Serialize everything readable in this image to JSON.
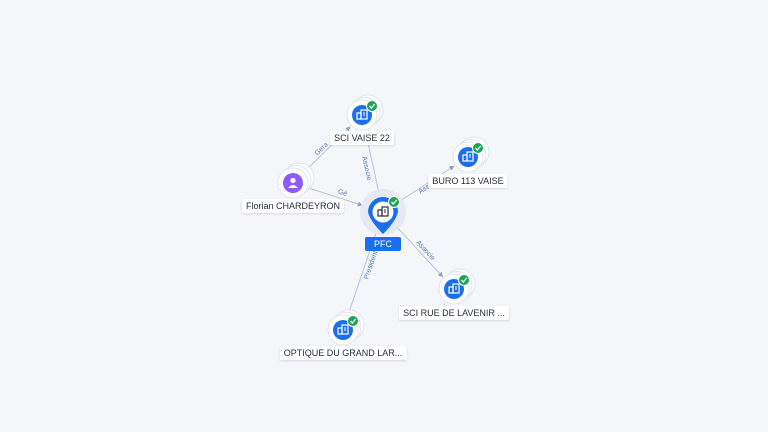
{
  "center": {
    "label": "PFC",
    "icon": "building-icon",
    "verified": true
  },
  "nodes": [
    {
      "id": "sci-vaise-22",
      "label": "SCI VAISE 22",
      "type": "company",
      "icon": "building-icon",
      "verified": true
    },
    {
      "id": "buro-113-vaise",
      "label": "BURO 113 VAISE",
      "type": "company",
      "icon": "building-icon",
      "verified": true
    },
    {
      "id": "florian-chardeyron",
      "label": "Florian CHARDEYRON",
      "type": "person",
      "icon": "person-icon",
      "verified": false
    },
    {
      "id": "sci-rue-de-lavenir",
      "label": "SCI RUE DE LAVENIR ...",
      "type": "company",
      "icon": "building-icon",
      "verified": true
    },
    {
      "id": "optique-du-grand-lar",
      "label": "OPTIQUE DU GRAND LAR...",
      "type": "company",
      "icon": "building-icon",
      "verified": true
    }
  ],
  "edges": [
    {
      "from": "center",
      "to": "sci-vaise-22",
      "label": "Associe"
    },
    {
      "from": "center",
      "to": "buro-113-vaise",
      "label": "Assoc"
    },
    {
      "from": "florian-chardeyron",
      "to": "center",
      "label": "Gé"
    },
    {
      "from": "florian-chardeyron",
      "to": "sci-vaise-22",
      "label": "Gera"
    },
    {
      "from": "center",
      "to": "sci-rue-de-lavenir",
      "label": "Associe"
    },
    {
      "from": "center",
      "to": "optique-du-grand-lar",
      "label": "President"
    }
  ],
  "colors": {
    "company": "#1a6ff0",
    "person": "#8b5cf6",
    "verified": "#22a35a",
    "edge": "#b9c3d6",
    "edge_label": "#5a78b8"
  }
}
